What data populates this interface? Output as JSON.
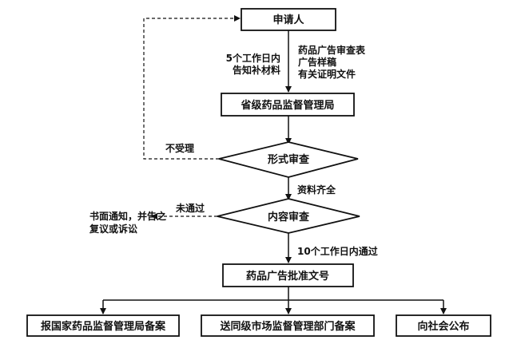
{
  "nodes": {
    "applicant": "申请人",
    "provincial_bureau": "省级药品监督管理局",
    "formal_review": "形式审查",
    "content_review": "内容审查",
    "approval_number": "药品广告批准文号",
    "report_national": "报国家药品监督管理局备案",
    "send_market": "送同级市场监督管理部门备案",
    "publish": "向社会公布"
  },
  "labels": {
    "documents": [
      "药品广告审查表",
      "广告样稿",
      "有关证明文件"
    ],
    "supplement": [
      "5个工作日内",
      "告知补材料"
    ],
    "not_accepted": "不受理",
    "complete": "资料齐全",
    "not_passed": "未通过",
    "written_notice": [
      "书面通知，并告之",
      "复议或诉讼"
    ],
    "passed_10days": "10个工作日内通过"
  }
}
